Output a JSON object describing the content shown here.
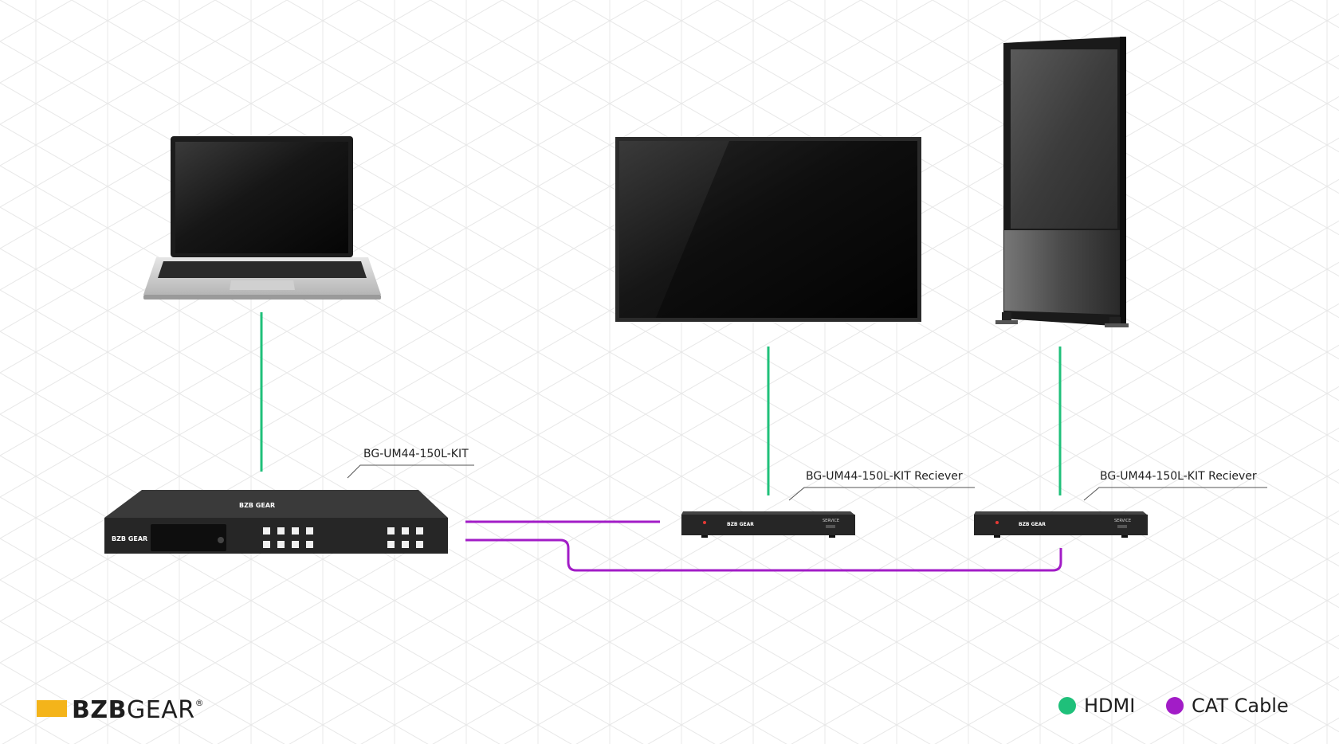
{
  "colors": {
    "hdmi": "#1fc07a",
    "cat": "#a21cc7",
    "brand_accent": "#f4b41a",
    "device_body": "#2b2b2b",
    "grid": "#e6e6e6"
  },
  "labels": {
    "switcher": "BG-UM44-150L-KIT",
    "receiver_1": "BG-UM44-150L-KIT Reciever",
    "receiver_2": "BG-UM44-150L-KIT Reciever"
  },
  "device_text": {
    "brand_small": "BZB GEAR",
    "service": "SERVICE"
  },
  "brand": {
    "name_bold": "BZB",
    "name_regular": "GEAR",
    "mark": "®",
    "icon": "bzbgear-logo-icon"
  },
  "legend": {
    "hdmi": "HDMI",
    "cat": "CAT Cable"
  },
  "icons": {
    "laptop": "laptop-icon",
    "tv": "tv-display-icon",
    "kiosk": "kiosk-display-icon",
    "switcher": "matrix-switcher-icon",
    "receiver": "hdbaset-receiver-icon"
  }
}
